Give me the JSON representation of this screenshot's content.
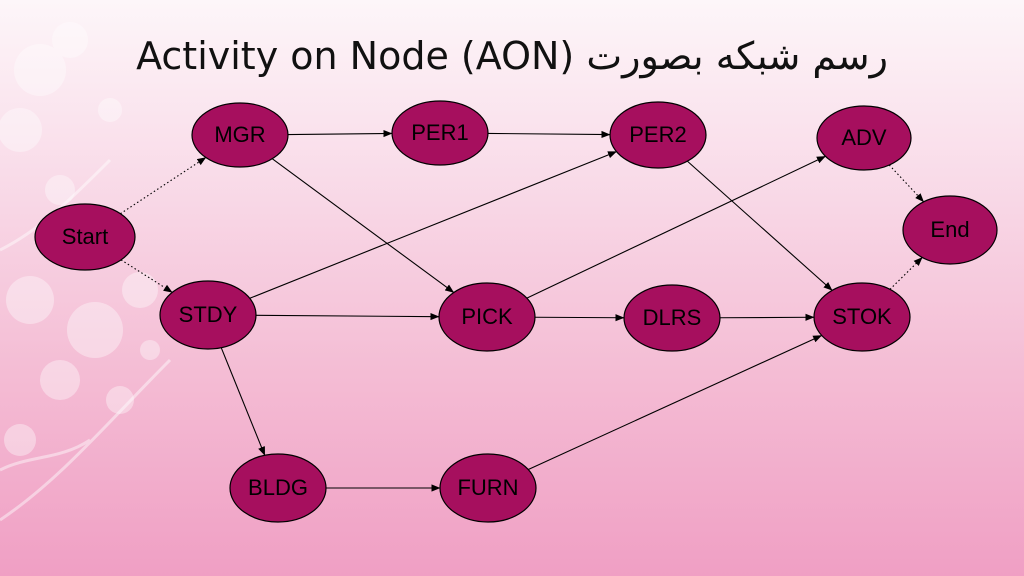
{
  "title": "Activity on Node (AON) رسم  شبکه بصورت",
  "colors": {
    "node_fill": "#a60f5e",
    "node_stroke": "#000000",
    "edge": "#000000"
  },
  "nodes": [
    {
      "id": "start",
      "label": "Start"
    },
    {
      "id": "mgr",
      "label": "MGR"
    },
    {
      "id": "stdy",
      "label": "STDY"
    },
    {
      "id": "per1",
      "label": "PER1"
    },
    {
      "id": "per2",
      "label": "PER2"
    },
    {
      "id": "pick",
      "label": "PICK"
    },
    {
      "id": "dlrs",
      "label": "DLRS"
    },
    {
      "id": "bldg",
      "label": "BLDG"
    },
    {
      "id": "furn",
      "label": "FURN"
    },
    {
      "id": "adv",
      "label": "ADV"
    },
    {
      "id": "stok",
      "label": "STOK"
    },
    {
      "id": "end",
      "label": "End"
    }
  ],
  "edges": [
    {
      "from": "start",
      "to": "mgr",
      "style": "dotted"
    },
    {
      "from": "start",
      "to": "stdy",
      "style": "dotted"
    },
    {
      "from": "mgr",
      "to": "per1",
      "style": "solid"
    },
    {
      "from": "per1",
      "to": "per2",
      "style": "solid"
    },
    {
      "from": "mgr",
      "to": "pick",
      "style": "solid"
    },
    {
      "from": "stdy",
      "to": "per2",
      "style": "solid"
    },
    {
      "from": "stdy",
      "to": "pick",
      "style": "solid"
    },
    {
      "from": "stdy",
      "to": "bldg",
      "style": "solid"
    },
    {
      "from": "pick",
      "to": "dlrs",
      "style": "solid"
    },
    {
      "from": "pick",
      "to": "adv",
      "style": "solid"
    },
    {
      "from": "per2",
      "to": "stok",
      "style": "solid"
    },
    {
      "from": "dlrs",
      "to": "stok",
      "style": "solid"
    },
    {
      "from": "bldg",
      "to": "furn",
      "style": "solid"
    },
    {
      "from": "furn",
      "to": "stok",
      "style": "solid"
    },
    {
      "from": "adv",
      "to": "end",
      "style": "dotted"
    },
    {
      "from": "stok",
      "to": "end",
      "style": "dotted"
    }
  ]
}
